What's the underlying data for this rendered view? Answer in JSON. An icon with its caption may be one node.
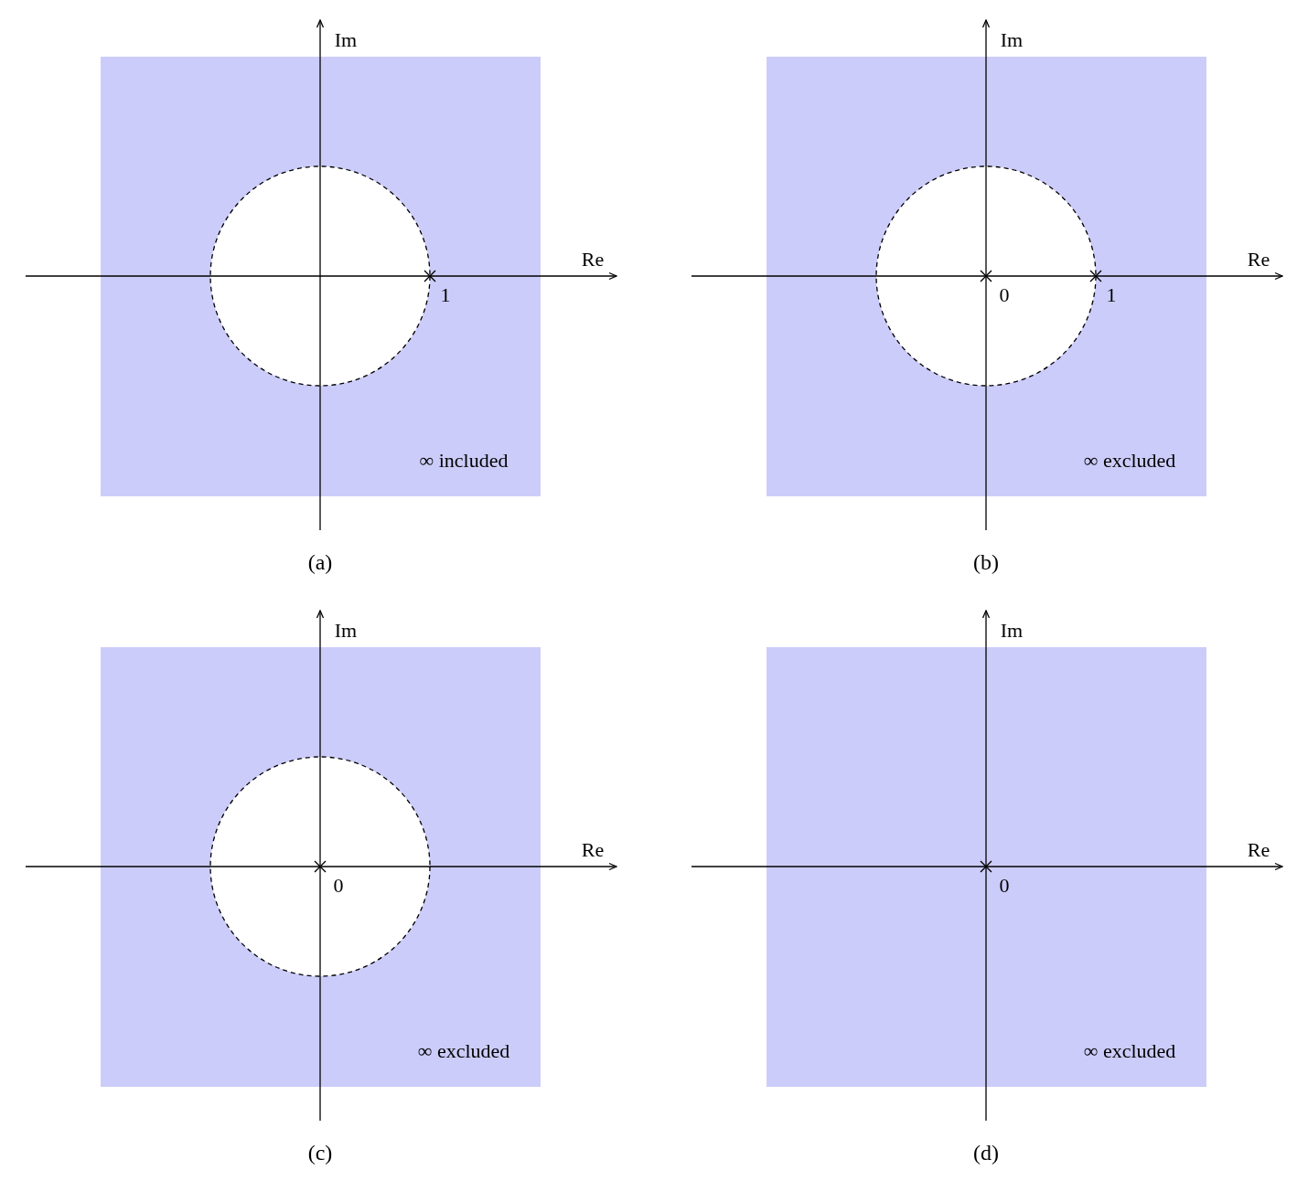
{
  "diagram": {
    "labels": [
      "Im",
      "Re",
      "1",
      "∞ included",
      "(a)",
      "Im",
      "Re",
      "0",
      "1",
      "∞ excluded",
      "(b)",
      "Im",
      "Re",
      "0",
      "∞ excluded",
      "(c)",
      "Im",
      "Re",
      "0",
      "∞ excluded",
      "(d)"
    ]
  }
}
